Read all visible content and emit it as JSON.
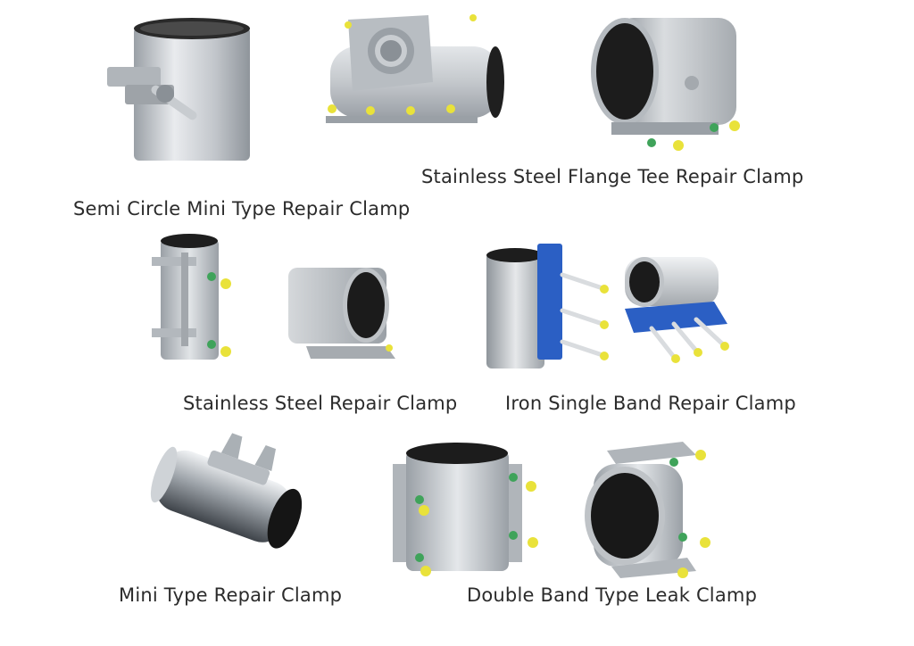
{
  "products": [
    {
      "name": "Semi Circle Mini Type Repair Clamp"
    },
    {
      "name": "Stainless Steel Flange Tee Repair Clamp"
    },
    {
      "name": "Stainless Steel Repair Clamp"
    },
    {
      "name": "Iron Single Band Repair Clamp"
    },
    {
      "name": "Mini Type Repair Clamp"
    },
    {
      "name": "Double Band Type Leak Clamp"
    }
  ],
  "colors": {
    "steel": "#c9ccd0",
    "steel_dark": "#8e9399",
    "rubber": "#1a1a1a",
    "bolt_cap": "#e9e23a",
    "nut": "#3fa35a",
    "iron_blue": "#2b5fc4"
  }
}
